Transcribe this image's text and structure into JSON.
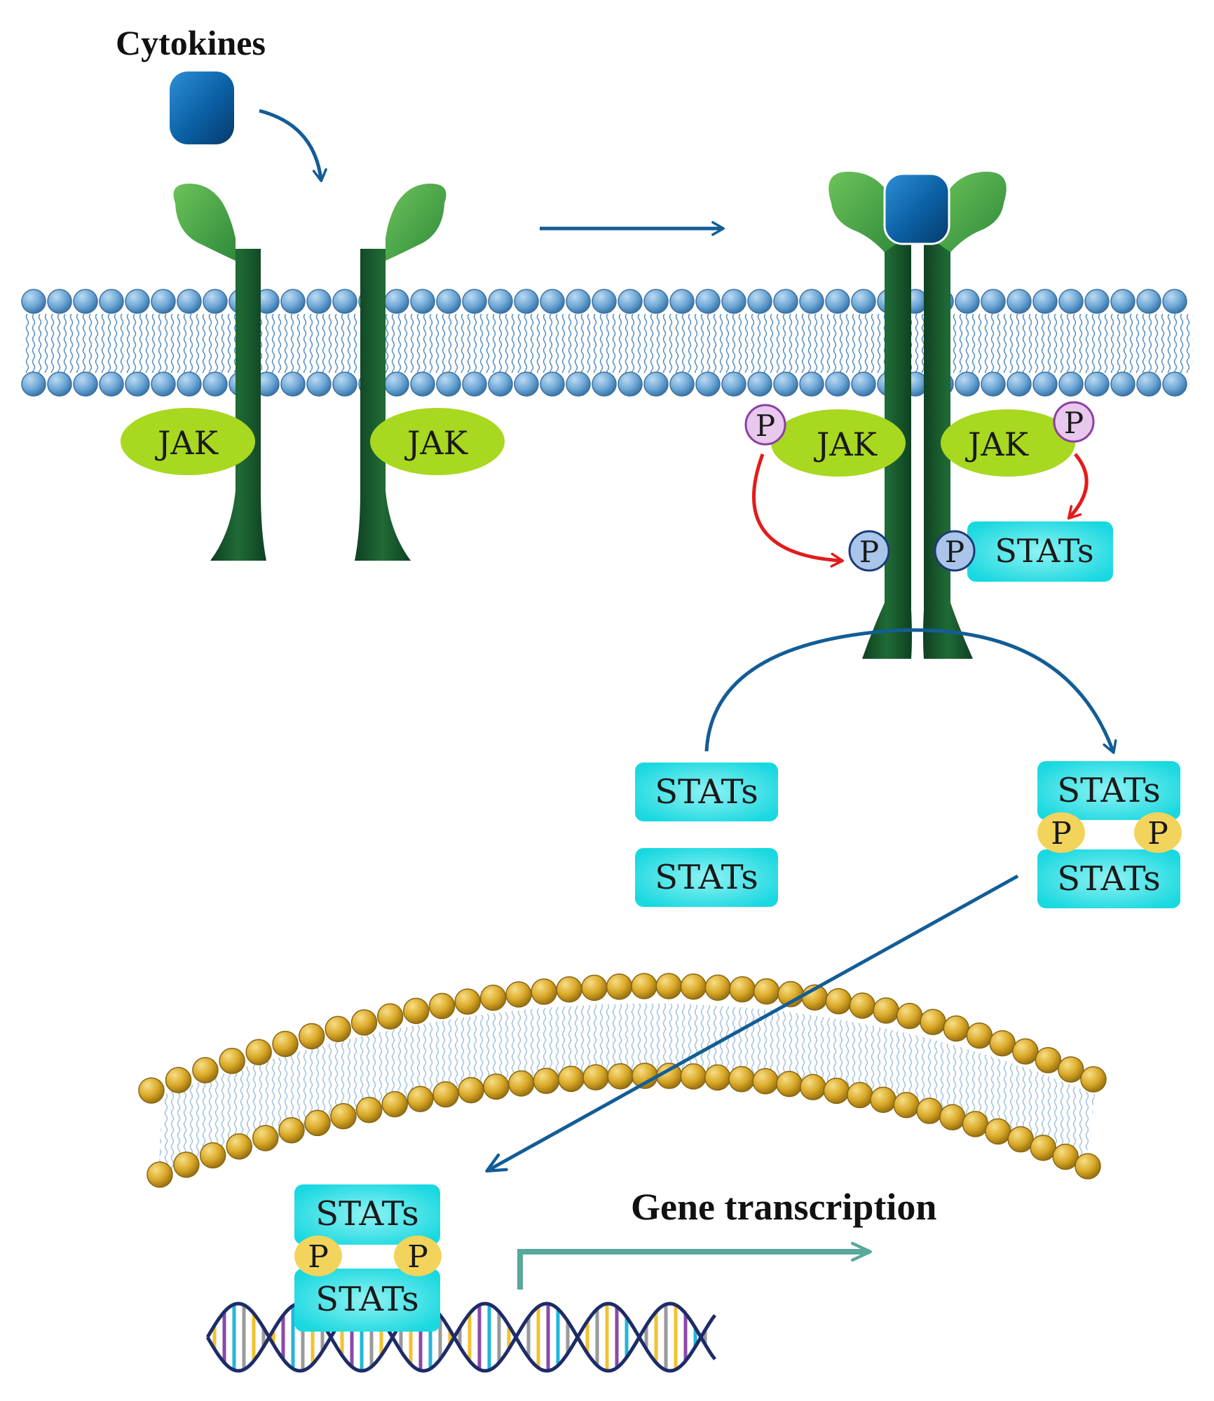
{
  "labels": {
    "cytokines": "Cytokines",
    "gene_transcription": "Gene transcription",
    "jak": "JAK",
    "stats": "STATs",
    "phosphate": "P"
  },
  "colors": {
    "cytokine_blue": "#0b5fa3",
    "receptor_dark_green": "#14532d",
    "receptor_light_green": "#4caf50",
    "jak_lime": "#a8d820",
    "stats_cyan": "#19d8e0",
    "phospho_pink": "#e8c8ec",
    "phospho_blue": "#a9c6ea",
    "phospho_yellow": "#f2d45c",
    "membrane_head_blue": "#6fa8d6",
    "nuclear_head_gold": "#d9a827",
    "arrow_blue": "#135d96",
    "arrow_red": "#e31b1b",
    "arrow_teal": "#58a99c"
  }
}
